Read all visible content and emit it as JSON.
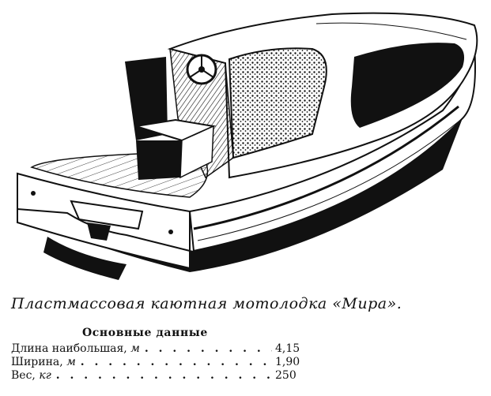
{
  "caption": "Пластмассовая каютная мотолодка «Мира».",
  "specs": {
    "heading": "Основные данные",
    "rows": [
      {
        "label": "Длина наибольшая,",
        "unit": "м",
        "value": "4,15"
      },
      {
        "label": "Ширина,",
        "unit": "м",
        "value": "1,90"
      },
      {
        "label": "Вес,",
        "unit": "кг",
        "value": "250"
      }
    ]
  },
  "colors": {
    "ink": "#111111",
    "paper": "#ffffff"
  }
}
